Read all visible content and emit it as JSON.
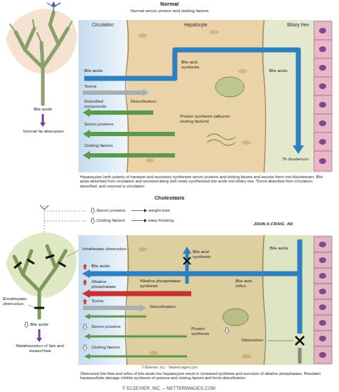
{
  "diagram": {
    "nodes": [
      {
        "text": [
          "Circulation"
        ]
      },
      {
        "text": [
          "Hepatocyte"
        ]
      },
      {
        "text": [
          "Biliary tree"
        ]
      }
    ],
    "labels": [
      "Normal",
      "Normal serum protein and clotting factors",
      "Bile acids",
      "Normal fat absorption",
      "Bile acid synthesis",
      "Bile acids",
      "Toxins",
      "Detoxified compounds",
      "Detoxification",
      "Serum proteins",
      "Protein synthesis (albumin clotting factors)",
      "Clotting factors",
      "Bile acids",
      "To duodenum",
      "Hepatocytes (with polarity of transport and secretion) synthesize serum proteins and clotting factors and secrete them into bloodstream. Bile acids absorbed from circulation and secreted along with newly synthesized bile acids into biliary tree. Toxins absorbed from circulation, detoxified, and returned to circulation",
      "Cholestasis",
      "Serum proteins",
      "weight loss",
      "Clotting factors",
      "easy bruising",
      "JOHN A.CRAIG_AD",
      "Intrahepatic obstruction",
      "Extrahepatic obstruction",
      "Bile acids",
      "Malabsorption of fats and steatorrhea",
      "Bile acids",
      "Alkaline phosphatase",
      "Toxins",
      "Serum proteins",
      "Clotting factors",
      "Bile acid synthesis",
      "Alkaline phosphatase synthesis",
      "Detoxification",
      "Protein synthesis",
      "Bile acid reflux",
      "Bile acids",
      "Obstruction",
      "© Elsevier, Inc. - Netterimages.com",
      "Obstructed bile flow and reflux of bile acids into hepatocytes result in increased synthesis and secretion of alkaline phosphatase. Resultant hepatocellular damage inhibits synthesis of proteins and clotting factors and limits detoxification",
      "© ELSEVIER, INC. – NETTERIMAGES.COM"
    ]
  }
}
